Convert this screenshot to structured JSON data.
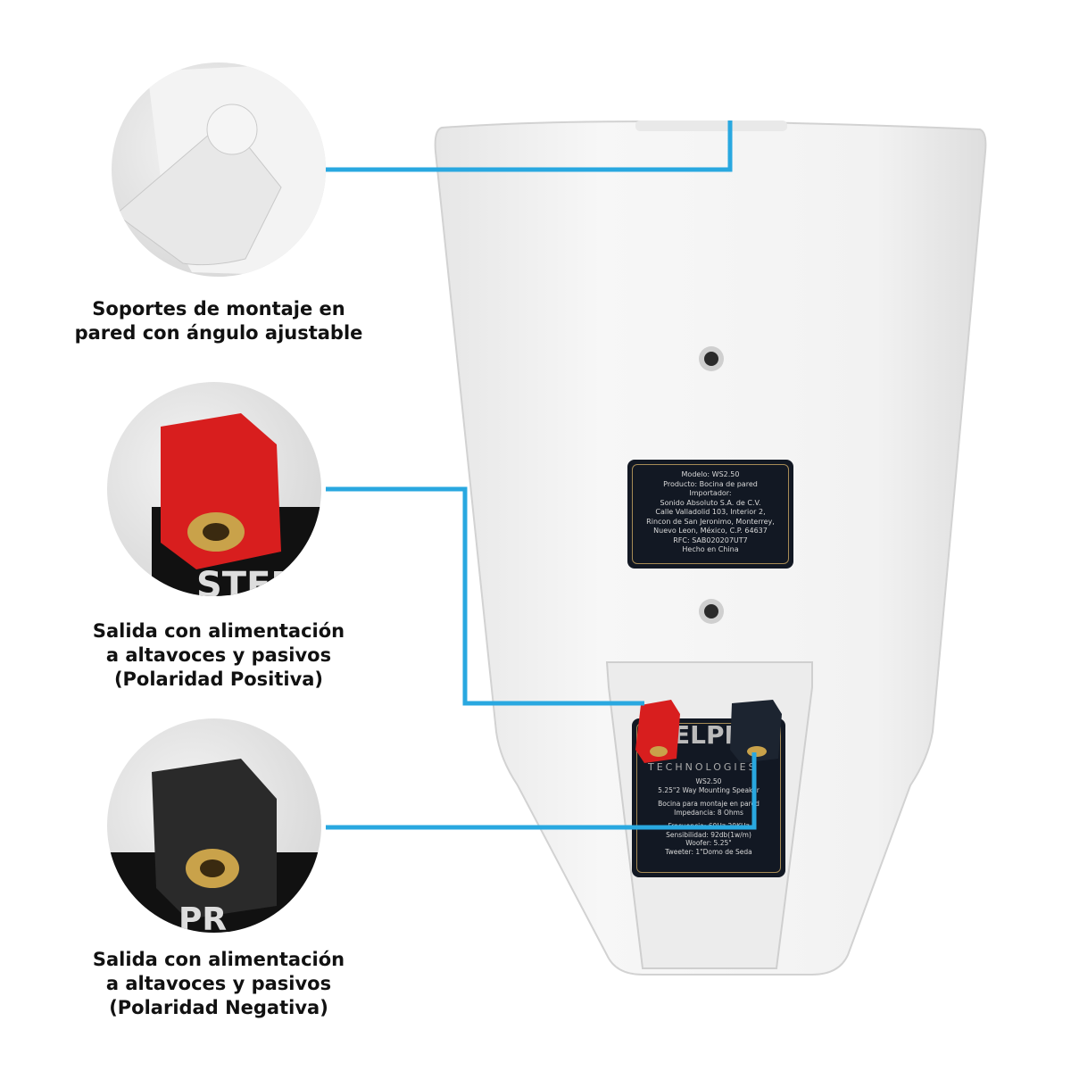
{
  "callouts": [
    {
      "caption_lines": [
        "Soportes de montaje en",
        "pared con ángulo ajustable"
      ],
      "icon": "wall-mount-bracket"
    },
    {
      "caption_lines": [
        "Salida con alimentación",
        "a altavoces y pasivos",
        "(Polaridad Positiva)"
      ],
      "icon": "red-binding-post",
      "overlay_text": "STER"
    },
    {
      "caption_lines": [
        "Salida con alimentación",
        "a altavoces y pasivos",
        "(Polaridad Negativa)"
      ],
      "icon": "black-binding-post",
      "overlay_text": "PR"
    }
  ],
  "importer_label": {
    "lines": [
      "Modelo: WS2.50",
      "Producto: Bocina de pared",
      "Importador:",
      "Sonido Absoluto S.A. de C.V.",
      "Calle Valladolid 103, Interior 2,",
      "Rincon de San Jeronimo, Monterrey,",
      "Nuevo Leon, México, C.P. 64637",
      "RFC: SAB020207UT7",
      "Hecho en China"
    ]
  },
  "spec_label": {
    "brand": "ELPI",
    "brand_sub": "TECHNOLOGIES",
    "lines": [
      "WS2.50",
      "5.25\"2 Way Mounting Speaker",
      "",
      "Bocina para montaje en pared",
      "Impedancia: 8 Ohms",
      "",
      "Frecuencia: 60Hz-20KHz",
      "Sensibilidad: 92db(1w/m)",
      "Woofer: 5.25\"",
      "Tweeter: 1\"Domo de Seda"
    ]
  },
  "colors": {
    "accent_line": "#29a8e0",
    "positive": "#d81e1e",
    "negative": "#1c2430"
  }
}
